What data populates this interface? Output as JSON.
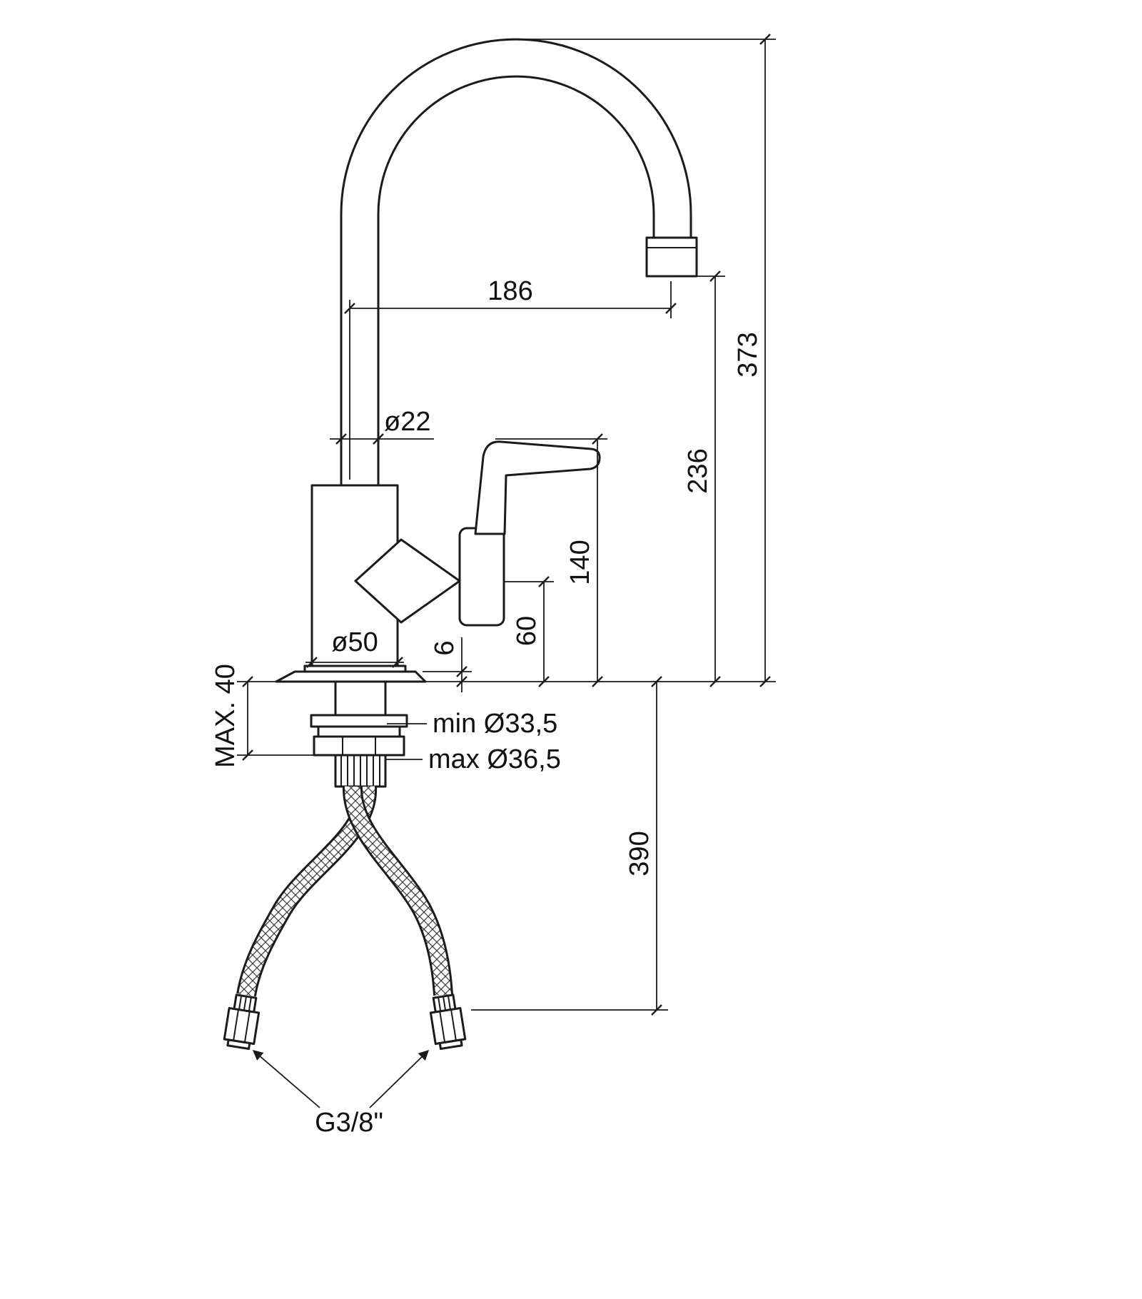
{
  "page": {
    "background": "#ffffff",
    "line_color": "#1b1b1b"
  },
  "drawing": {
    "labels": {
      "d186": "186",
      "d373": "373",
      "d236": "236",
      "d140": "140",
      "d60": "60",
      "d6": "6",
      "dia22": "ø22",
      "dia50": "ø50",
      "max40": "MAX. 40",
      "minHole": "min Ø33,5",
      "maxHole": "max Ø36,5",
      "d390": "390",
      "thread": "G3/8\""
    }
  }
}
